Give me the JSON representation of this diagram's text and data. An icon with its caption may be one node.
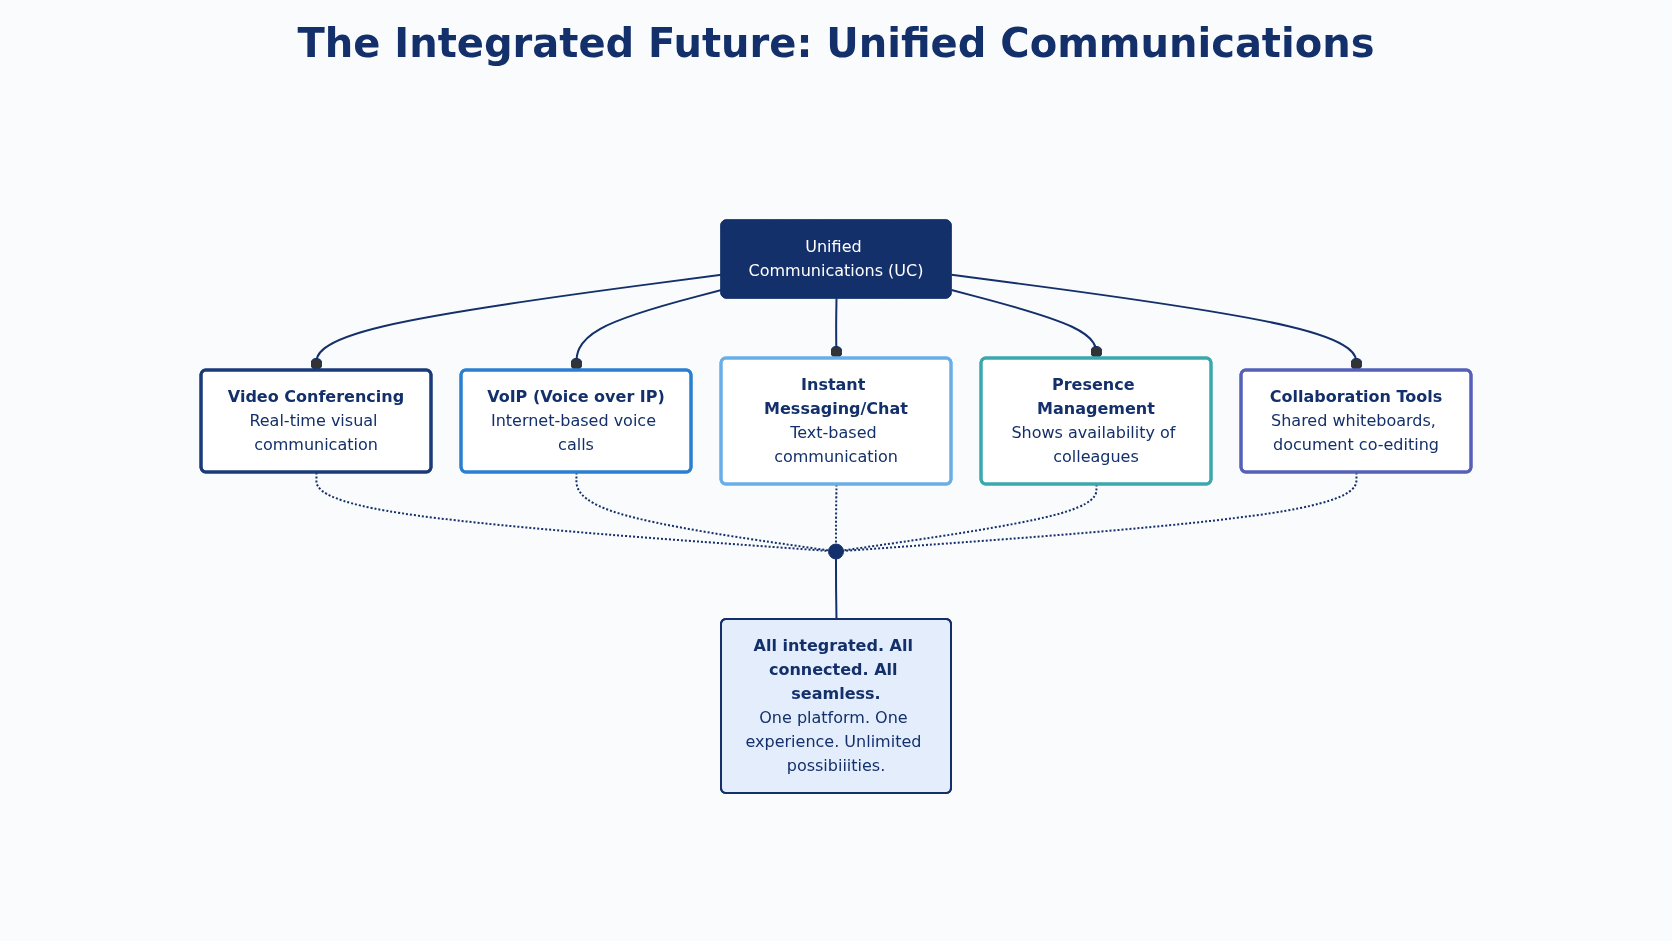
{
  "diagram": {
    "title": "The Integrated Future: Unified Communications",
    "nodes": [
      {
        "text": [
          "Unified Communications (UC)"
        ]
      },
      {
        "text": [
          "Video Conferencing",
          "Real-time visual communication"
        ]
      },
      {
        "text": [
          "VoIP (Voice over IP)",
          "Internet-based voice calls"
        ]
      },
      {
        "text": [
          "Instant Messaging/Chat",
          "Text-based communication"
        ]
      },
      {
        "text": [
          "Presence Management",
          "Shows availability of colleagues"
        ]
      },
      {
        "text": [
          "Collaboration Tools",
          "Shared whiteboards, document co-editing"
        ]
      },
      {
        "text": [],
        "shape": "circle"
      },
      {
        "text": [
          "All integrated. All connected. All seamless.",
          "One platform. One experience. Unlimited possibiiities."
        ]
      }
    ],
    "edges": [
      {
        "from": 0,
        "to": 1,
        "arrow": "other"
      },
      {
        "from": 0,
        "to": 2,
        "arrow": "other"
      },
      {
        "from": 0,
        "to": 3,
        "arrow": "other"
      },
      {
        "from": 0,
        "to": 4,
        "arrow": "other"
      },
      {
        "from": 0,
        "to": 5,
        "arrow": "other"
      },
      {
        "from": 1,
        "to": 6,
        "arrow": "none",
        "style": "dashed"
      },
      {
        "from": 2,
        "to": 6,
        "arrow": "none",
        "style": "dashed"
      },
      {
        "from": 3,
        "to": 6,
        "arrow": "none",
        "style": "dashed"
      },
      {
        "from": 4,
        "to": 6,
        "arrow": "none",
        "style": "dashed"
      },
      {
        "from": 5,
        "to": 6,
        "arrow": "none",
        "style": "dashed"
      },
      {
        "from": 6,
        "to": 7,
        "arrow": "none"
      }
    ]
  }
}
